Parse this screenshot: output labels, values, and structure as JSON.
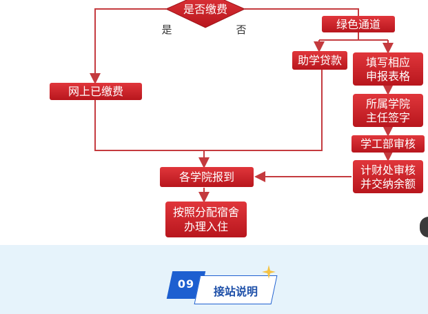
{
  "flowchart": {
    "decision": {
      "label": "是否缴费",
      "yes": "是",
      "no": "否"
    },
    "steps": {
      "online_paid": "网上已缴费",
      "green_channel": "绿色通道",
      "student_loan": "助学贷款",
      "fill_form": [
        "填写相应",
        "申报表格"
      ],
      "director_sign": [
        "所属学院",
        "主任签字"
      ],
      "student_affairs": "学工部审核",
      "finance": [
        "计财处审核",
        "并交纳余额"
      ],
      "college_register": "各学院报到",
      "dorm": [
        "按照分配宿舍",
        "办理入住"
      ]
    },
    "colors": {
      "box": "#c9252c",
      "line": "#c43a3e"
    }
  },
  "section": {
    "number": "09",
    "title": "接站说明"
  }
}
